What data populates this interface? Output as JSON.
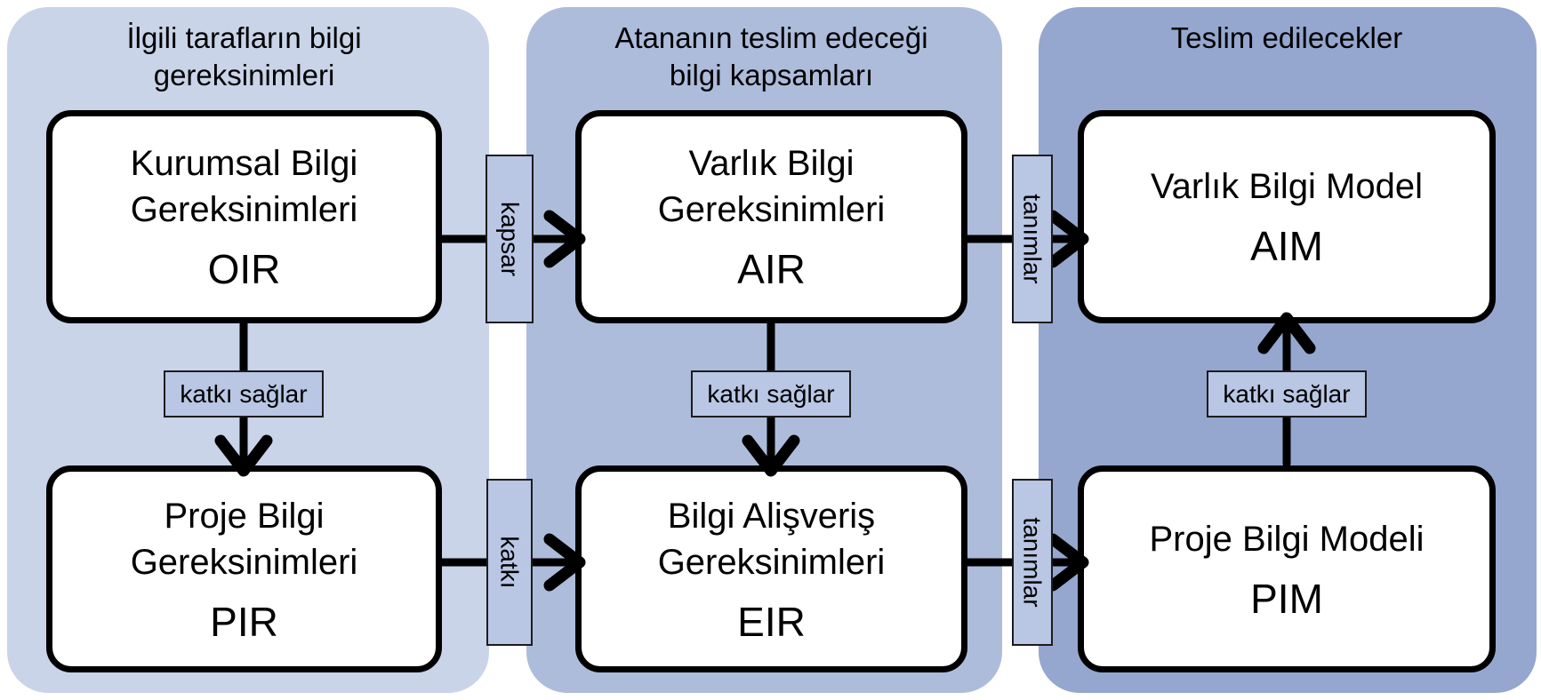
{
  "diagram": {
    "title_note": "Information requirements flow diagram (Turkish)",
    "columns": [
      {
        "id": "ilgili-taraflar",
        "title": "İlgili tarafların bilgi\ngereksinimleri",
        "bg": "#c9d4e8",
        "boxes": [
          {
            "name": "Kurumsal Bilgi\nGereksinimleri",
            "acronym": "OIR"
          },
          {
            "name": "Proje Bilgi\nGereksinimleri",
            "acronym": "PIR"
          }
        ]
      },
      {
        "id": "atanan-bilgi-kapsamlari",
        "title": "Atananın teslim edeceği\nbilgi kapsamları",
        "bg": "#aebcdb",
        "boxes": [
          {
            "name": "Varlık Bilgi\nGereksinimleri",
            "acronym": "AIR"
          },
          {
            "name": "Bilgi Alişveriş\nGereksinimleri",
            "acronym": "EIR"
          }
        ]
      },
      {
        "id": "teslim-edilecekler",
        "title": "Teslim edilecekler",
        "bg": "#95a7cf",
        "boxes": [
          {
            "name": "Varlık Bilgi Model",
            "acronym": "AIM"
          },
          {
            "name": "Proje Bilgi Modeli",
            "acronym": "PIM"
          }
        ]
      }
    ],
    "connectors": {
      "oir_air": {
        "label": "kapsar"
      },
      "air_aim": {
        "label": "tanımlar"
      },
      "pir_eir": {
        "label": "katkı"
      },
      "eir_pim": {
        "label": "tanımlar"
      },
      "oir_pir": {
        "label": "katkı sağlar"
      },
      "air_eir": {
        "label": "katkı sağlar"
      },
      "pim_aim": {
        "label": "katkı sağlar"
      }
    },
    "colors": {
      "column1_bg": "#c9d4e8",
      "column2_bg": "#aebcdb",
      "column3_bg": "#95a7cf",
      "connector_label_bg": "#b9c6e4",
      "node_bg": "#ffffff",
      "node_border": "#000000",
      "arrow": "#000000",
      "text": "#000000",
      "page_bg": "#ffffff"
    }
  }
}
